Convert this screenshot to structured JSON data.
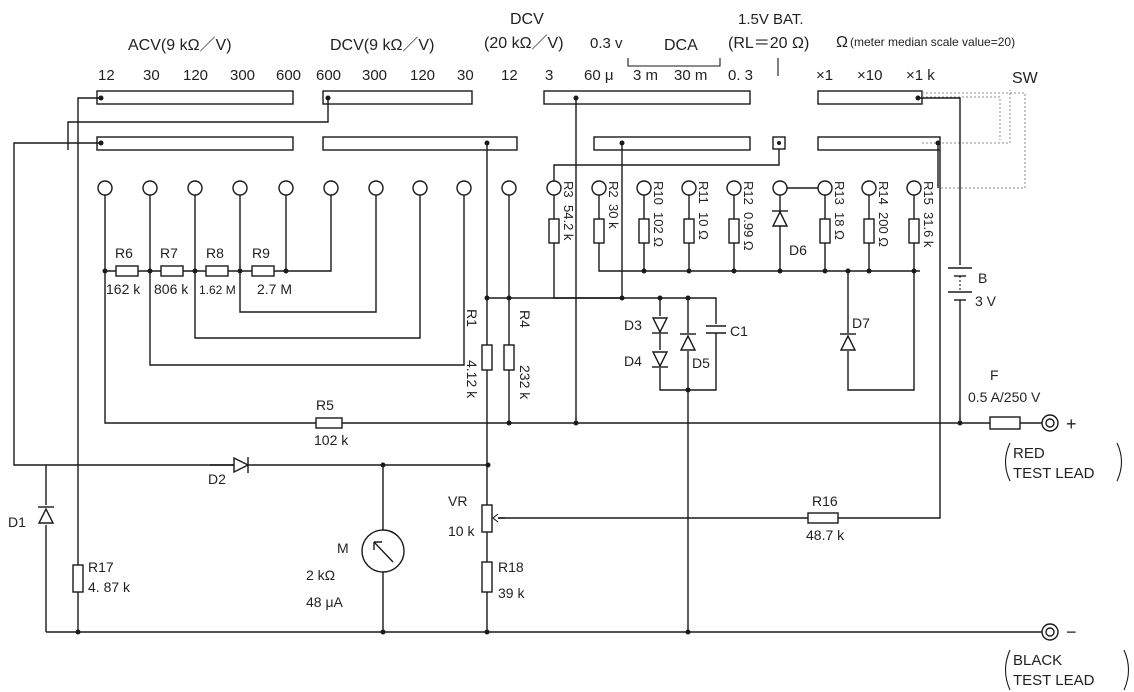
{
  "header": {
    "acv_title": "ACV(9 kΩ／V)",
    "dcv_title": "DCV(9 kΩ／V)",
    "dcv2_title": "DCV",
    "dcv2_sub": "(20 kΩ／V)",
    "dcv2_range": "0.3 v",
    "dca_title": "DCA",
    "bat_title": "1.5V BAT.",
    "bat_sub": "(RL＝20 Ω)",
    "ohm_title": "Ω",
    "ohm_note": "(meter median scale value=20)",
    "sw_label": "SW"
  },
  "ranges": {
    "acv": [
      "12",
      "30",
      "120",
      "300",
      "600"
    ],
    "dcv": [
      "600",
      "300",
      "120",
      "30"
    ],
    "dcv2": [
      "12",
      "3"
    ],
    "dca": [
      "60 μ",
      "3 m",
      "30 m",
      "0. 3"
    ],
    "ohm": [
      "×1",
      "×10",
      "×1 k"
    ]
  },
  "components": {
    "R6": {
      "name": "R6",
      "value": "162 k"
    },
    "R7": {
      "name": "R7",
      "value": "806 k"
    },
    "R8": {
      "name": "R8",
      "value": "1.62 M"
    },
    "R9": {
      "name": "R9",
      "value": "2.7 M"
    },
    "R3": {
      "name": "R3",
      "value": "54.2 k"
    },
    "R2": {
      "name": "R2",
      "value": "30 k"
    },
    "R10": {
      "name": "R10",
      "value": "102 Ω"
    },
    "R11": {
      "name": "R11",
      "value": "10 Ω"
    },
    "R12": {
      "name": "R12",
      "value": "0.99 Ω"
    },
    "R13": {
      "name": "R13",
      "value": "18 Ω"
    },
    "R14": {
      "name": "R14",
      "value": "200 Ω"
    },
    "R15": {
      "name": "R15",
      "value": "31.6 k"
    },
    "R1": {
      "name": "R1",
      "value": "4.12 k"
    },
    "R4": {
      "name": "R4",
      "value": "232 k"
    },
    "R5": {
      "name": "R5",
      "value": "102 k"
    },
    "R16": {
      "name": "R16",
      "value": "48.7 k"
    },
    "R17": {
      "name": "R17",
      "value": "4. 87 k"
    },
    "R18": {
      "name": "R18",
      "value": "39 k"
    },
    "VR": {
      "name": "VR",
      "value": "10 k"
    },
    "M": {
      "name": "M",
      "value": "2 kΩ",
      "value2": "48 μA"
    },
    "B": {
      "name": "B",
      "value": "3 V"
    },
    "F": {
      "name": "F",
      "value": "0.5 A/250 V"
    },
    "C1": {
      "name": "C1"
    },
    "D1": {
      "name": "D1"
    },
    "D2": {
      "name": "D2"
    },
    "D3": {
      "name": "D3"
    },
    "D4": {
      "name": "D4"
    },
    "D5": {
      "name": "D5"
    },
    "D6": {
      "name": "D6"
    },
    "D7": {
      "name": "D7"
    }
  },
  "terminals": {
    "red_sign": "+",
    "red_line1": "RED",
    "red_line2": "TEST LEAD",
    "black_sign": "−",
    "black_line1": "BLACK",
    "black_line2": "TEST LEAD"
  }
}
